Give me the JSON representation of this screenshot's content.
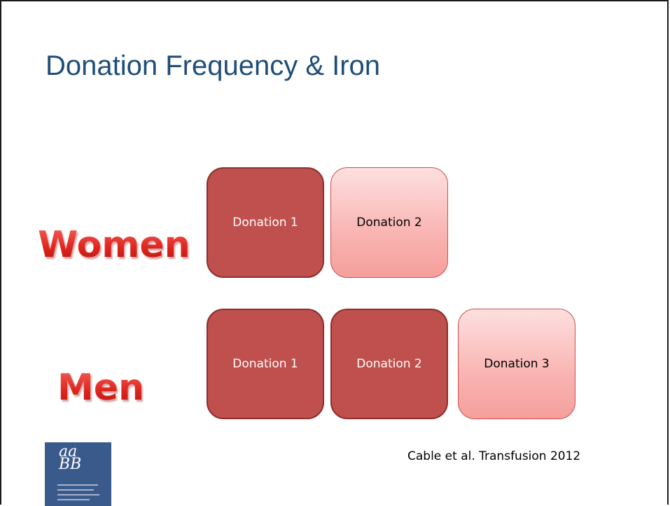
{
  "slide": {
    "title": "Donation Frequency & Iron",
    "rows": [
      {
        "label": "Women",
        "boxes": [
          {
            "label": "Donation 1",
            "style": "dark"
          },
          {
            "label": "Donation 2",
            "style": "light"
          }
        ]
      },
      {
        "label": "Men",
        "boxes": [
          {
            "label": "Donation 1",
            "style": "dark"
          },
          {
            "label": "Donation 2",
            "style": "dark"
          },
          {
            "label": "Donation 3",
            "style": "light"
          }
        ]
      }
    ],
    "citation": "Cable et al. Transfusion 2012",
    "logo": {
      "mark_line1": "aa",
      "mark_line2": "BB",
      "icon": "aabb-logo-icon"
    }
  },
  "colors": {
    "title": "#1f4e79",
    "label_red": "#e0312a",
    "box_dark": "#c0504d",
    "box_light": "#f9b4b2",
    "logo_bg": "#3b5a8c"
  }
}
